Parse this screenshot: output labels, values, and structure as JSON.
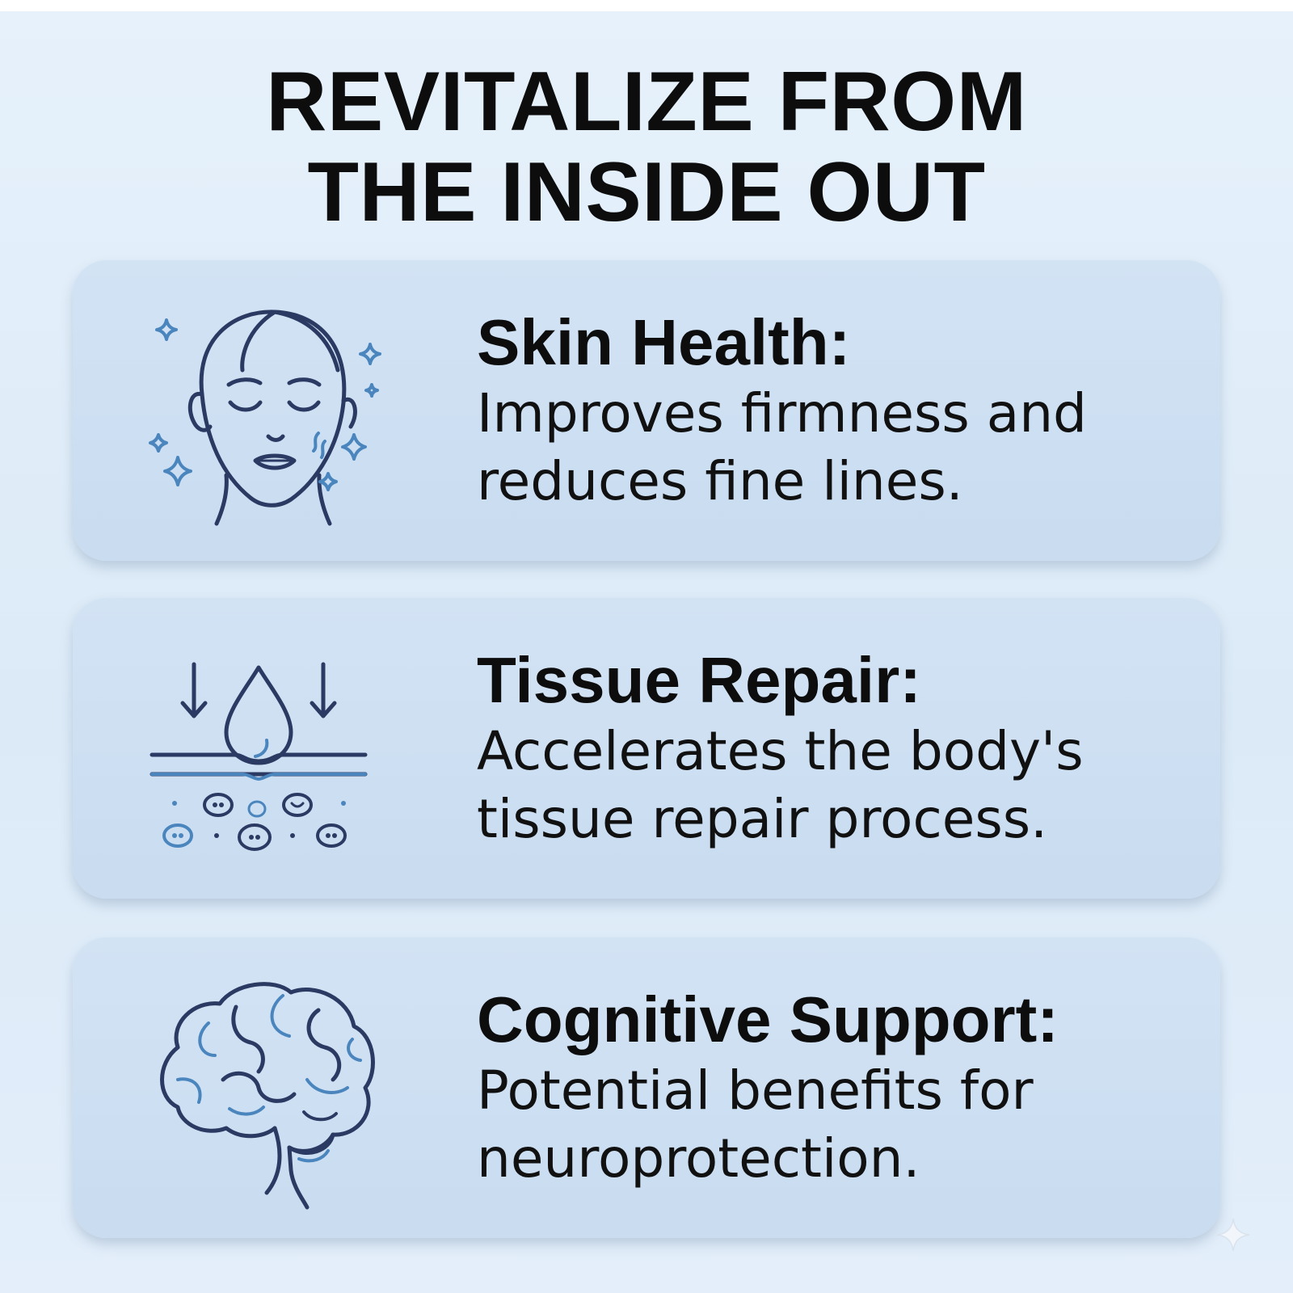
{
  "title": {
    "line1": "REVITALIZE FROM",
    "line2": "THE INSIDE OUT"
  },
  "cards": [
    {
      "icon": "face-icon",
      "heading": "Skin Health:",
      "description": "Improves firmness and\nreduces fine lines."
    },
    {
      "icon": "skin-layers-icon",
      "heading": "Tissue Repair:",
      "description": "Accelerates the body's\ntissue repair process."
    },
    {
      "icon": "brain-icon",
      "heading": "Cognitive Support:",
      "description": "Potential benefits for\nneuroprotection."
    }
  ],
  "colors": {
    "icon_dark": "#2b3a63",
    "icon_light": "#4a86bd",
    "card_bg": "#cfe1f3",
    "text": "#0d0d0d"
  }
}
